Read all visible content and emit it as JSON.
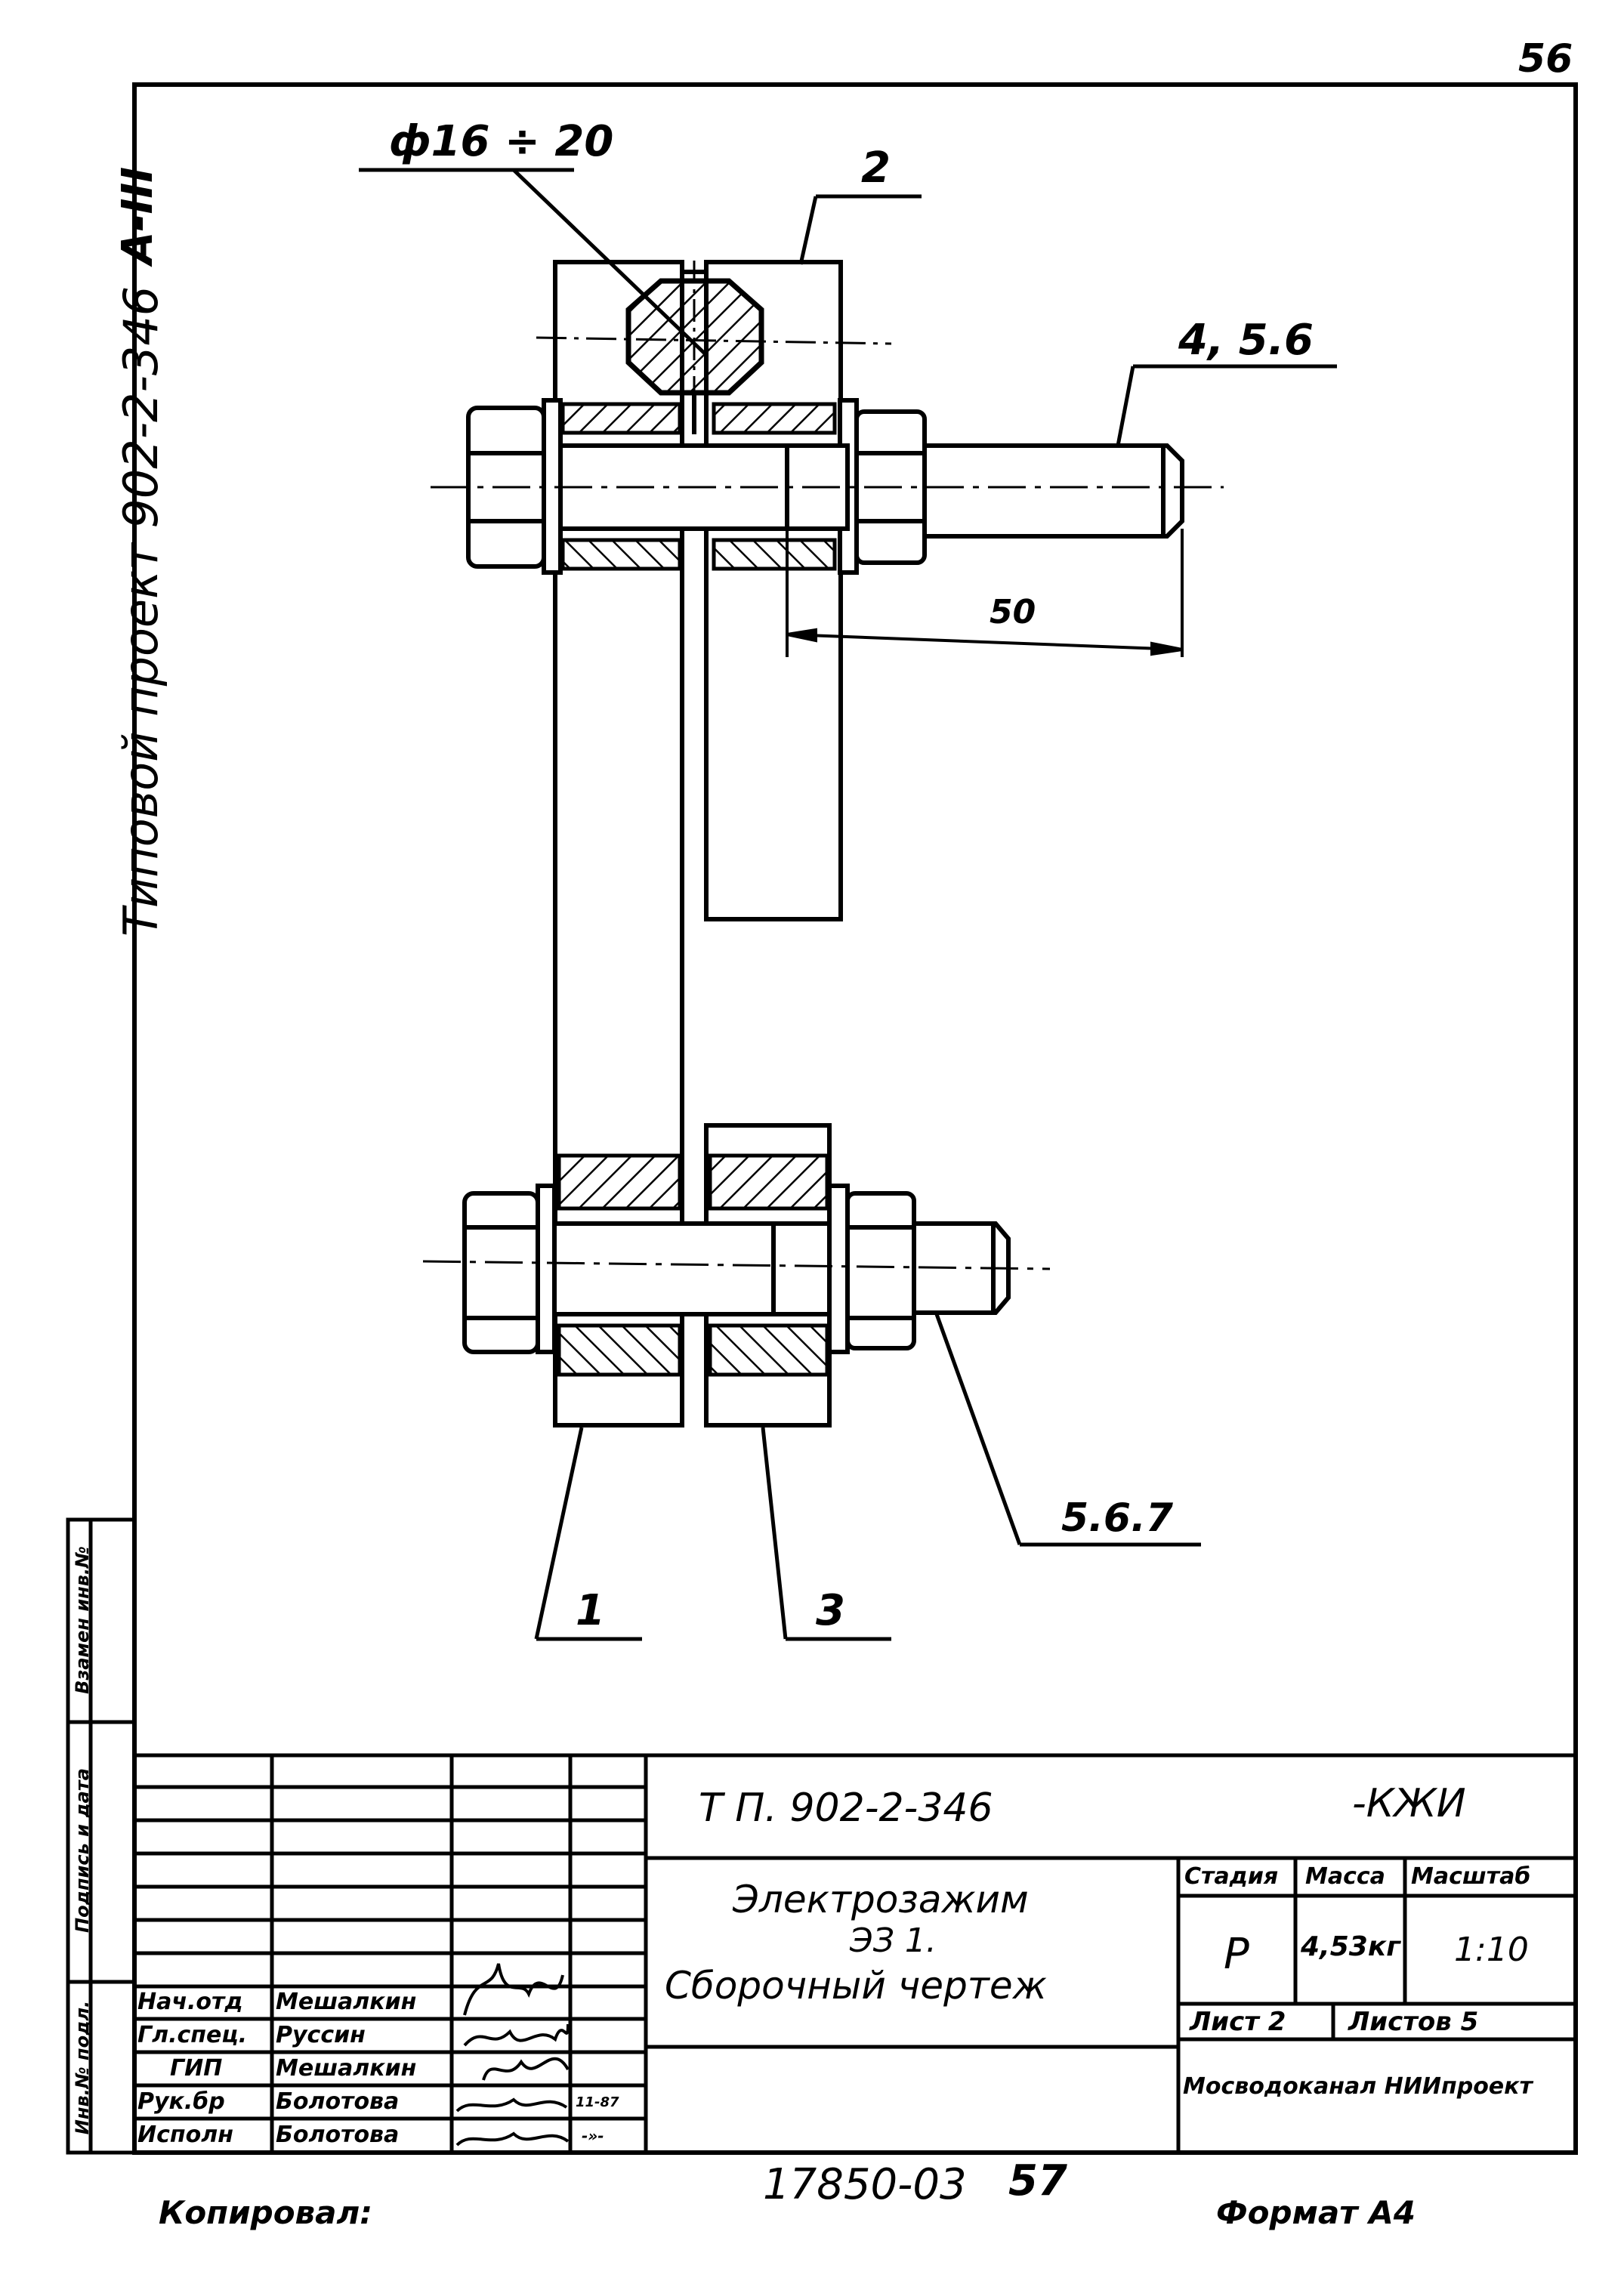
{
  "page_number": "56",
  "side_project_text": "Типовой проект 902-2-346",
  "side_album": "А-III",
  "callouts": {
    "diameter": "ф16 ÷ 20",
    "part2": "2",
    "part456": "4, 5.6",
    "dim50": "50",
    "part567": "5.6.7",
    "part1": "1",
    "part3": "3"
  },
  "side_stamp": {
    "vzam": "Взамен инв.№",
    "podpis": "Подпись и дата",
    "inv": "Инв.№ подл."
  },
  "title_block": {
    "doc_code": "Т П. 902-2-346",
    "doc_suffix": "-КЖИ",
    "title_line1": "Электрозажим",
    "title_line2": "ЭЗ 1.",
    "title_line3": "Сборочный чертеж",
    "stadia_label": "Стадия",
    "massa_label": "Масса",
    "masshtab_label": "Масштаб",
    "stadia_value": "Р",
    "massa_value": "4,53кг",
    "masshtab_value": "1:10",
    "list_label": "Лист 2",
    "listov_label": "Листов 5",
    "organization": "Мосводоканал НИИпроект",
    "roles": [
      {
        "role": "Нач.отд",
        "name": "Мешалкин",
        "sig": "Мш",
        "date": ""
      },
      {
        "role": "Гл.спец.",
        "name": "Руссин",
        "sig": "Рус",
        "date": ""
      },
      {
        "role": "ГИП",
        "name": "Мешалкин",
        "sig": "Мш",
        "date": ""
      },
      {
        "role": "Рук.бр",
        "name": "Болотова",
        "sig": "Болот",
        "date": "11-87"
      },
      {
        "role": "Исполн",
        "name": "Болотова",
        "sig": "Болот",
        "date": "-»-"
      }
    ]
  },
  "bottom_number": "17850-03",
  "bottom_page": "57",
  "kopiroval": "Копировал:",
  "format": "Формат А4"
}
